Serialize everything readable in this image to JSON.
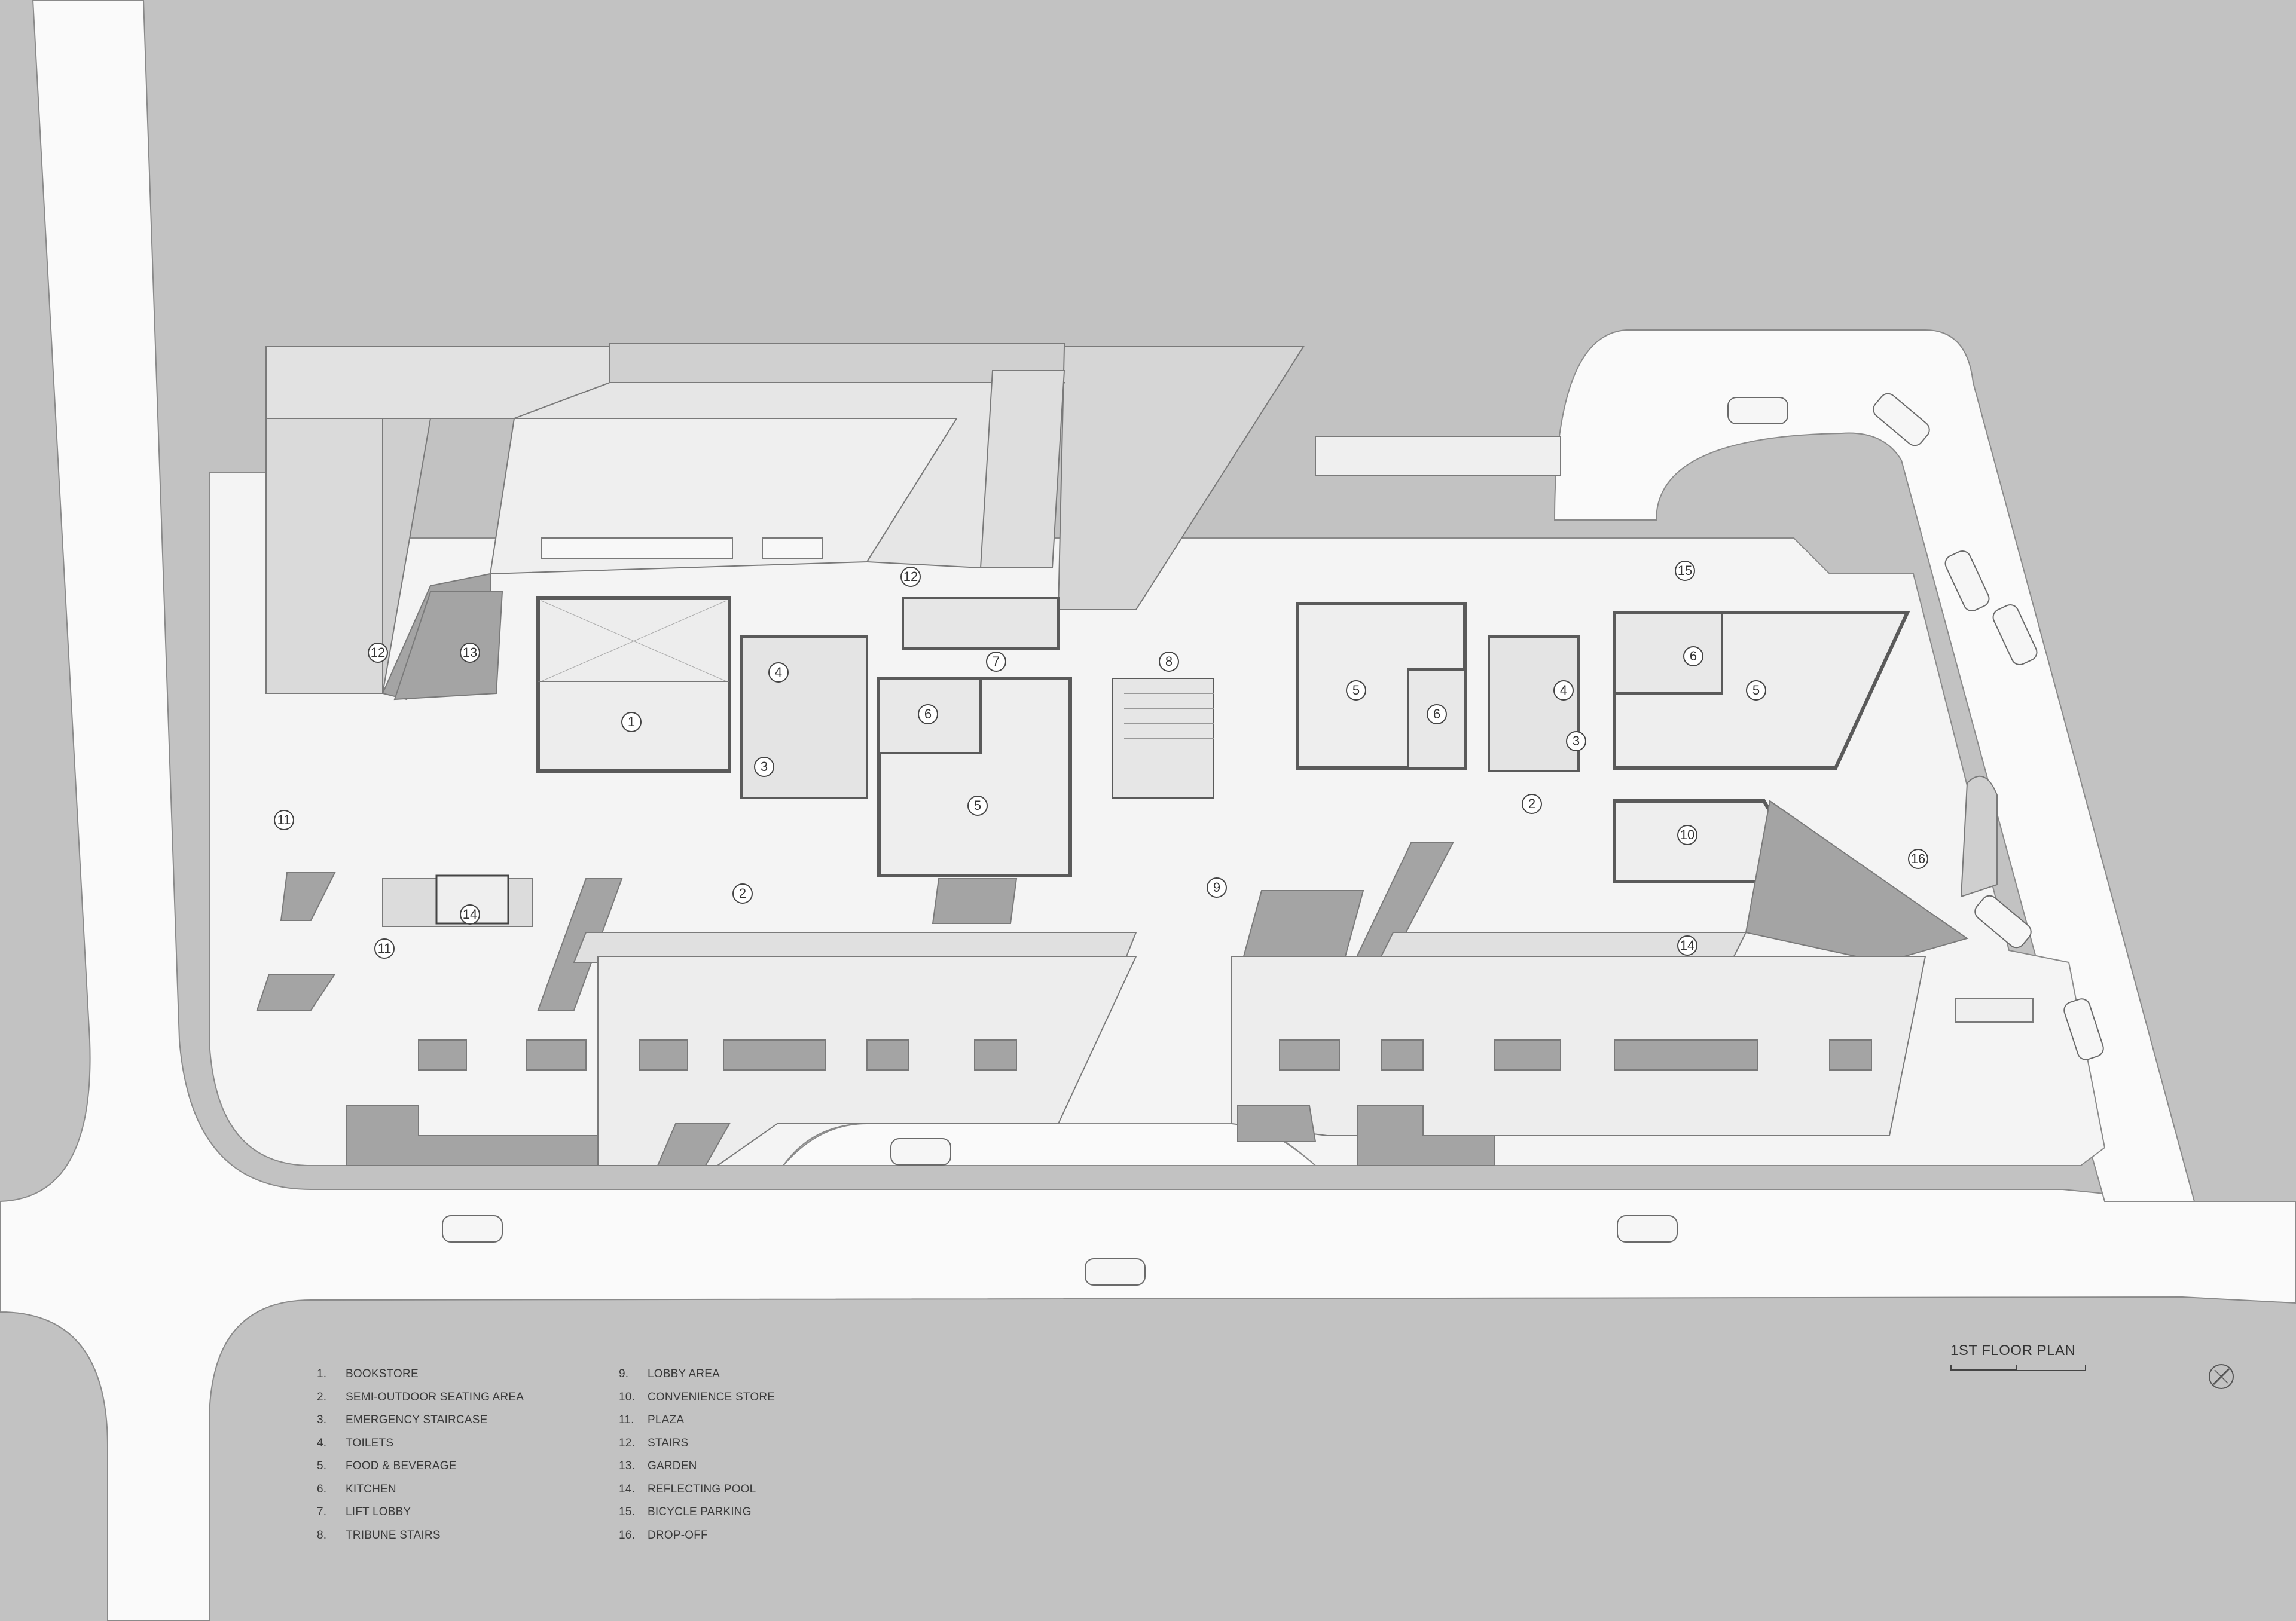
{
  "plan_title": "1ST  FLOOR PLAN",
  "colors": {
    "ground": "#c2c2c2",
    "paving": "#f4f4f4",
    "building": "#d4d4d4",
    "dark": "#a4a4a4",
    "line": "#5a5a5a"
  },
  "icons": {
    "north": "north-arrow-icon",
    "scale": "scale-bar-icon"
  },
  "legend_left": [
    {
      "num": "1.",
      "label": "BOOKSTORE"
    },
    {
      "num": "2.",
      "label": "SEMI-OUTDOOR SEATING AREA"
    },
    {
      "num": "3.",
      "label": "EMERGENCY STAIRCASE"
    },
    {
      "num": "4.",
      "label": "TOILETS"
    },
    {
      "num": "5.",
      "label": "FOOD & BEVERAGE"
    },
    {
      "num": "6.",
      "label": "KITCHEN"
    },
    {
      "num": "7.",
      "label": "LIFT LOBBY"
    },
    {
      "num": "8.",
      "label": "TRIBUNE STAIRS"
    }
  ],
  "legend_right": [
    {
      "num": "9.",
      "label": "LOBBY AREA"
    },
    {
      "num": "10.",
      "label": "CONVENIENCE STORE"
    },
    {
      "num": "11.",
      "label": "PLAZA"
    },
    {
      "num": "12.",
      "label": "STAIRS"
    },
    {
      "num": "13.",
      "label": "GARDEN"
    },
    {
      "num": "14.",
      "label": "REFLECTING POOL"
    },
    {
      "num": "15.",
      "label": "BICYCLE PARKING"
    },
    {
      "num": "16.",
      "label": "DROP-OFF"
    }
  ],
  "room_tags": [
    "1",
    "2",
    "2",
    "3",
    "3",
    "4",
    "4",
    "5",
    "5",
    "5",
    "6",
    "6",
    "6",
    "7",
    "8",
    "9",
    "10",
    "11",
    "11",
    "12",
    "12",
    "13",
    "14",
    "14",
    "15",
    "16"
  ]
}
